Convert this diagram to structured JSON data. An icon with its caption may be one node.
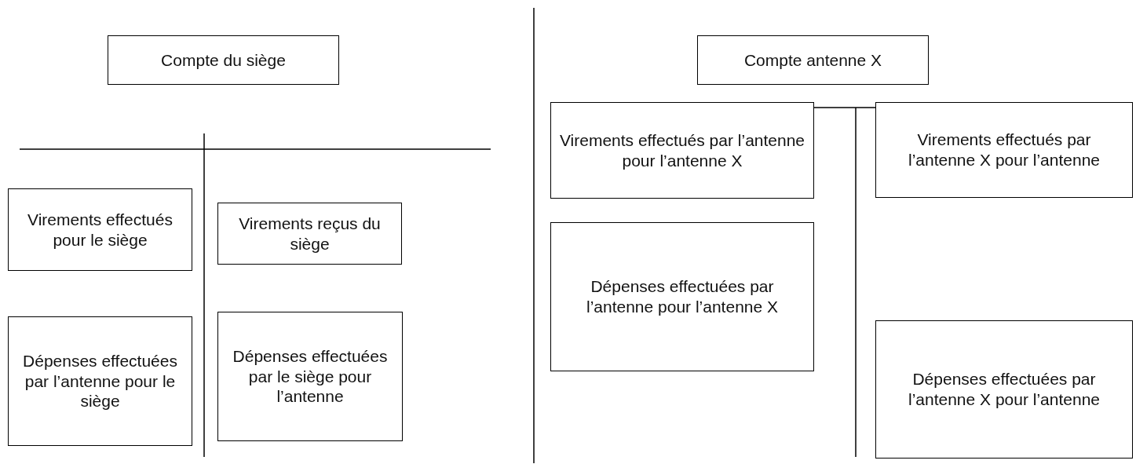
{
  "diagram": {
    "nodes": [
      {
        "text": [
          "Compte du siège"
        ]
      },
      {
        "text": [
          "Virements effectués pour le siège"
        ]
      },
      {
        "text": [
          "Virements reçus du siège"
        ]
      },
      {
        "text": [
          "Dépenses effectuées par l’antenne pour le siège"
        ]
      },
      {
        "text": [
          "Dépenses effectuées par le siège pour l’antenne"
        ]
      },
      {
        "text": [
          "Compte antenne X"
        ]
      },
      {
        "text": [
          "Virements effectués par l’antenne pour l’antenne X"
        ]
      },
      {
        "text": [
          "Virements effectués par l’antenne X pour l’antenne"
        ]
      },
      {
        "text": [
          "Dépenses effectuées par l’antenne pour l’antenne X"
        ]
      },
      {
        "text": [
          "Dépenses effectuées par l’antenne X pour l’antenne"
        ]
      }
    ],
    "edges": []
  }
}
